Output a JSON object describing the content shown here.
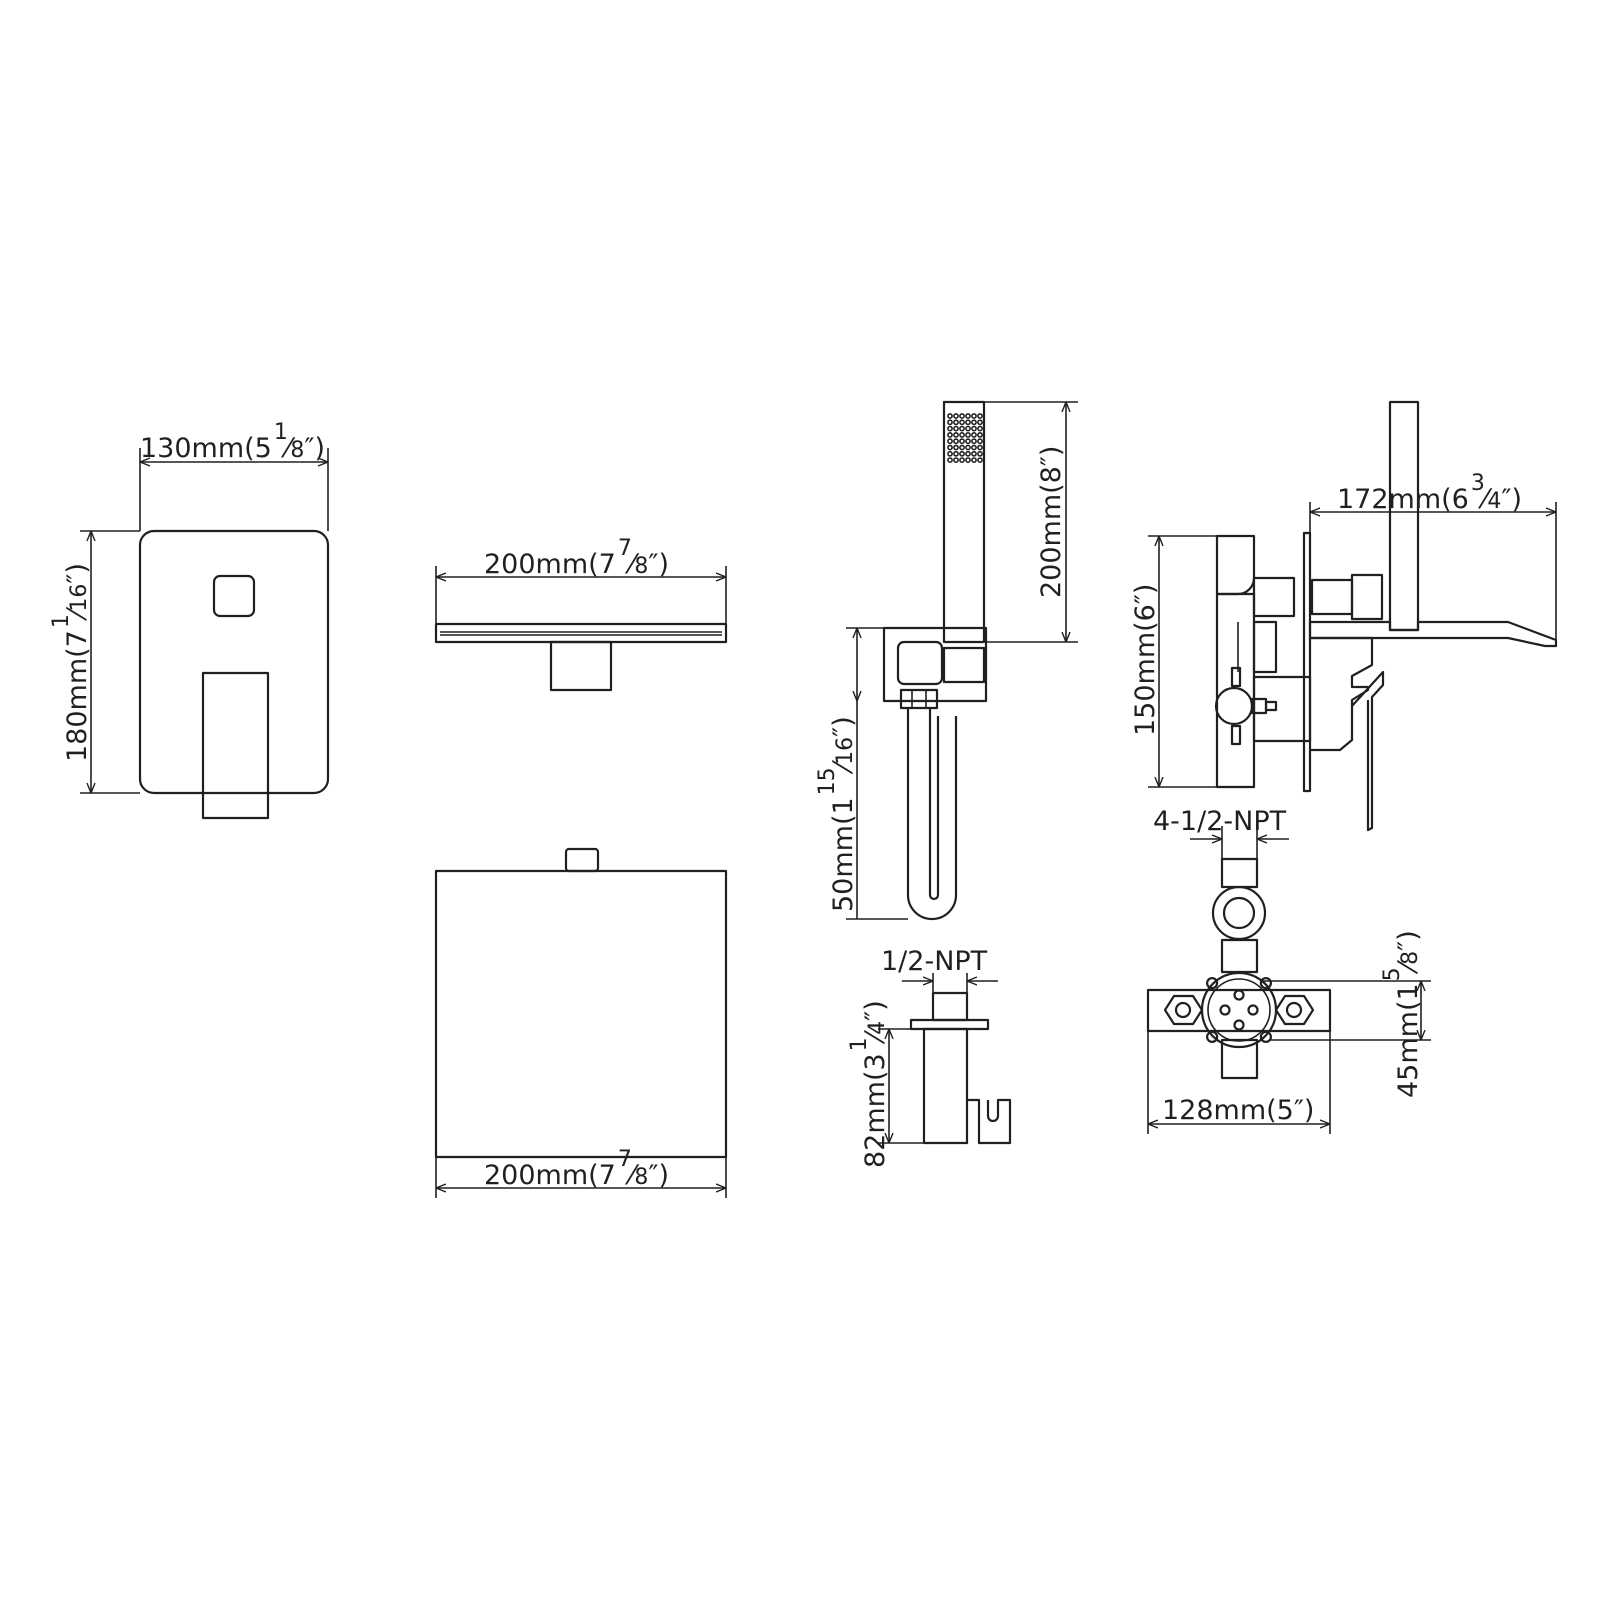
{
  "panel": {
    "width_mm": "130mm(5",
    "width_frac_num": "1",
    "width_frac_den": "8",
    "width_close": "″)",
    "height_mm": "180mm(7",
    "height_frac_num": "1",
    "height_frac_den": "16",
    "height_close": "″)"
  },
  "shower_head": {
    "top_width_mm": "200mm(7",
    "top_width_frac_num": "7",
    "top_width_frac_den": "8",
    "top_width_close": "″)",
    "bottom_width_mm": "200mm(7",
    "bottom_width_frac_num": "7",
    "bottom_width_frac_den": "8",
    "bottom_width_close": "″)"
  },
  "hand_shower": {
    "height_label": "200mm(8″)",
    "bracket_mm": "50mm(1",
    "bracket_frac_num": "15",
    "bracket_frac_den": "16",
    "bracket_close": "″)"
  },
  "holder": {
    "thread_label": "1/2-NPT",
    "height_mm": "82mm(3",
    "height_frac_num": "1",
    "height_frac_den": "4",
    "height_close": "″)"
  },
  "valve_side": {
    "depth_mm": "172mm(6",
    "depth_frac_num": "3",
    "depth_frac_den": "4",
    "depth_close": "″)",
    "height_label": "150mm(6″)"
  },
  "valve_front": {
    "thread_label": "4-1/2-NPT",
    "width_label": "128mm(5″)",
    "offset_mm": "45mm(1",
    "offset_frac_num": "5",
    "offset_frac_den": "8",
    "offset_close": "″)"
  }
}
